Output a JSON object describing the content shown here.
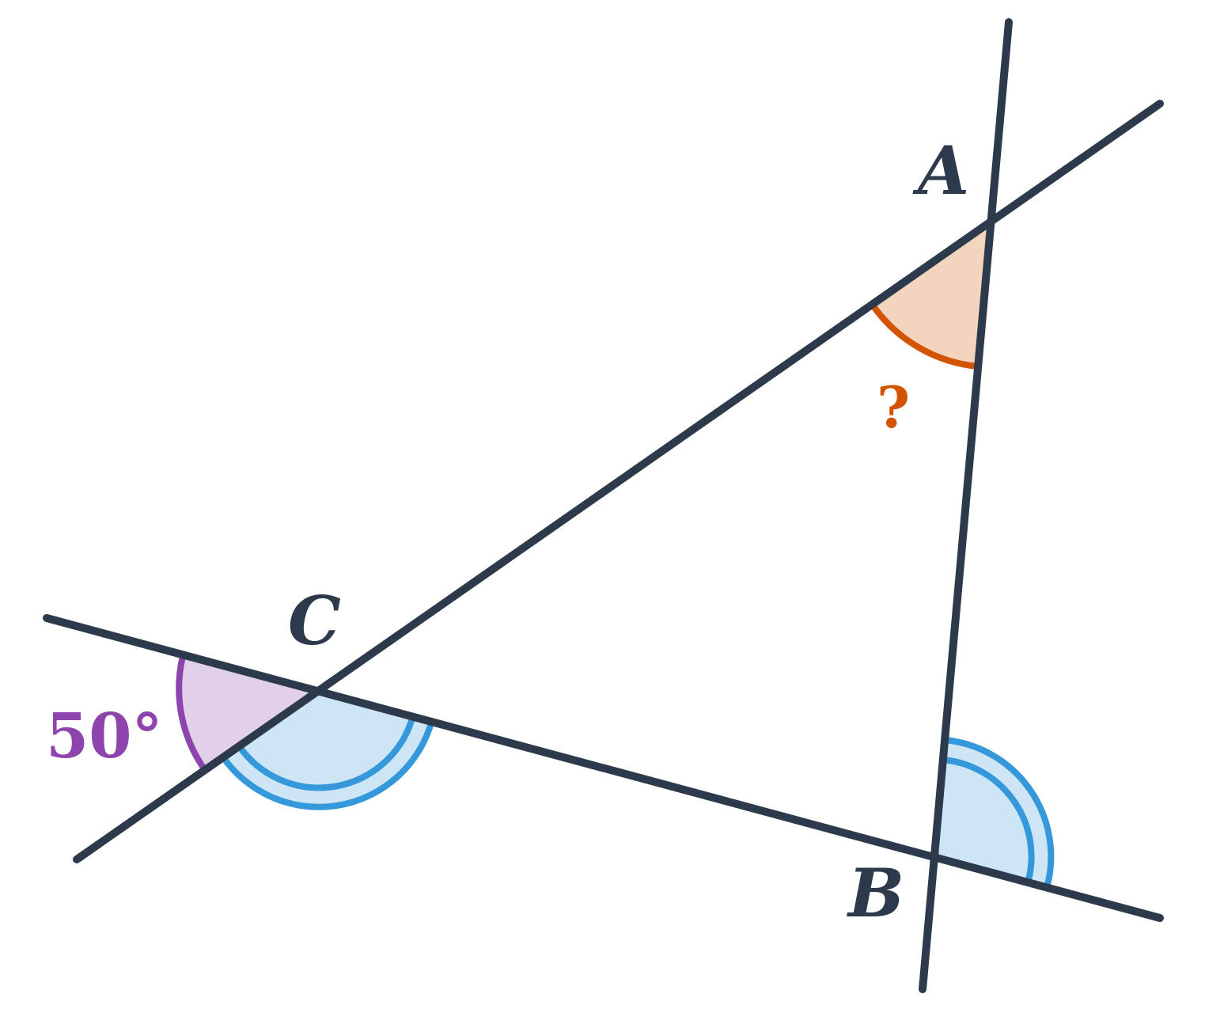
{
  "colors": {
    "line": "#2c3a4b",
    "angle_known_stroke": "#8e44ad",
    "angle_known_fill": "#e2d0ea",
    "angle_unknown_stroke": "#d35400",
    "angle_unknown_fill": "#f3d5bf",
    "angle_equal_stroke": "#3498db",
    "angle_equal_fill": "#cde5f5"
  },
  "points": {
    "A": "A",
    "B": "B",
    "C": "C"
  },
  "angles": {
    "known": "50°",
    "unknown": "?"
  }
}
